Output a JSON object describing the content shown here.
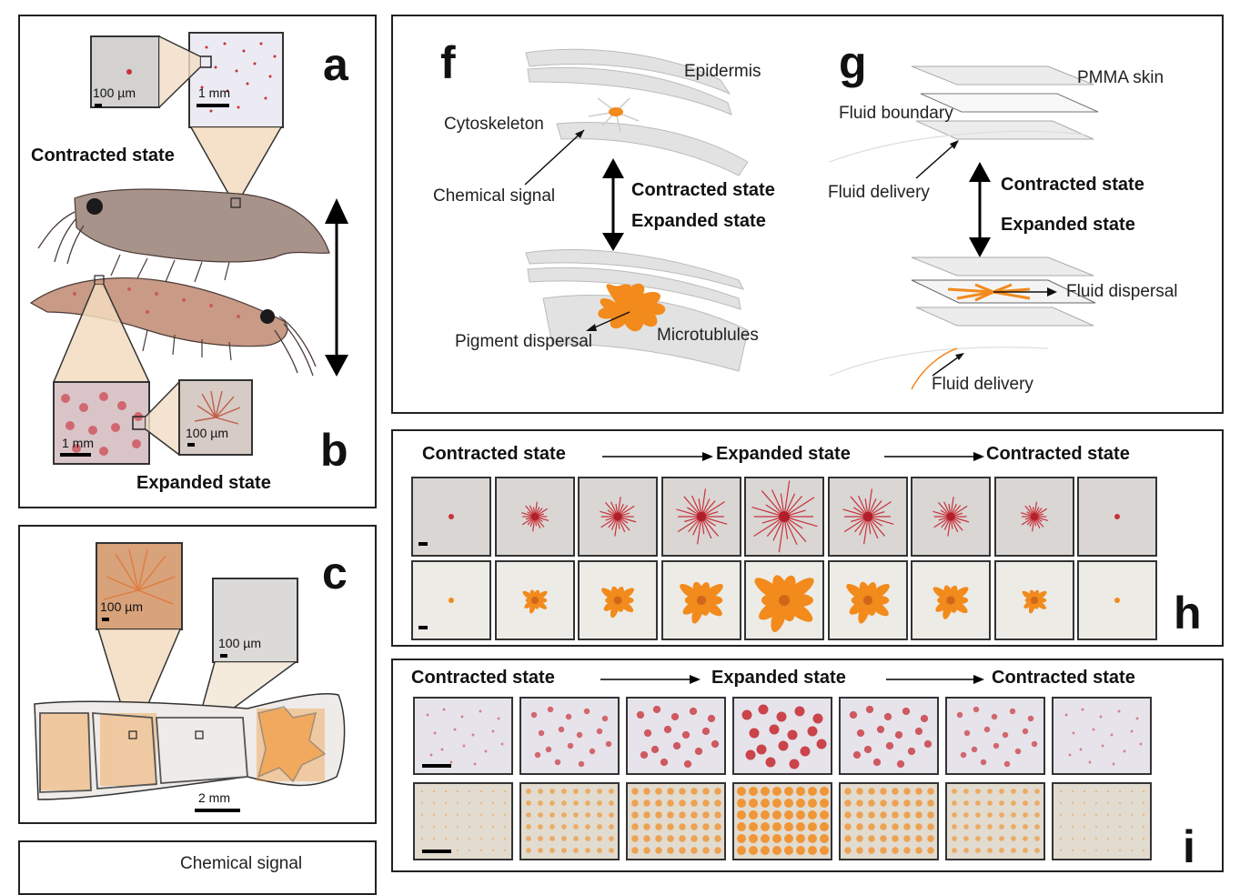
{
  "panel_a": {
    "letter": "a",
    "scale_small": "100 µm",
    "scale_large": "1 mm",
    "state": "Contracted state"
  },
  "panel_b": {
    "letter": "b",
    "scale_large": "1 mm",
    "scale_small": "100 µm",
    "state": "Expanded state"
  },
  "panel_c": {
    "letter": "c",
    "scale_left": "100 µm",
    "scale_right": "100 µm",
    "scale_body": "2 mm"
  },
  "panel_d": {
    "label": "Chemical signal"
  },
  "panel_f": {
    "letter": "f",
    "epidermis": "Epidermis",
    "cytoskeleton": "Cytoskeleton",
    "chemical_signal": "Chemical signal",
    "contracted": "Contracted state",
    "expanded": "Expanded state",
    "pigment": "Pigment dispersal",
    "microtubules": "Microtublules"
  },
  "panel_g": {
    "letter": "g",
    "pmma": "PMMA skin",
    "boundary": "Fluid boundary",
    "delivery_top": "Fluid delivery",
    "contracted": "Contracted state",
    "expanded": "Expanded state",
    "dispersal": "Fluid dispersal",
    "delivery_bottom": "Fluid delivery"
  },
  "panel_h": {
    "letter": "h",
    "state_left": "Contracted state",
    "state_mid": "Expanded state",
    "state_right": "Contracted state",
    "red_sizes": [
      0.05,
      0.35,
      0.5,
      0.75,
      1.0,
      0.75,
      0.5,
      0.35,
      0.05
    ],
    "orange_sizes": [
      0.03,
      0.35,
      0.5,
      0.7,
      1.0,
      0.7,
      0.55,
      0.35,
      0.03
    ]
  },
  "panel_i": {
    "letter": "i",
    "state_left": "Contracted state",
    "state_mid": "Expanded state",
    "state_right": "Contracted state",
    "spread_levels": [
      0.1,
      0.5,
      0.7,
      1.0,
      0.7,
      0.5,
      0.1
    ]
  },
  "colors": {
    "pigment_red": "#c8323a",
    "pigment_orange": "#f28a1c",
    "shrimp_body": "#a8938a"
  }
}
